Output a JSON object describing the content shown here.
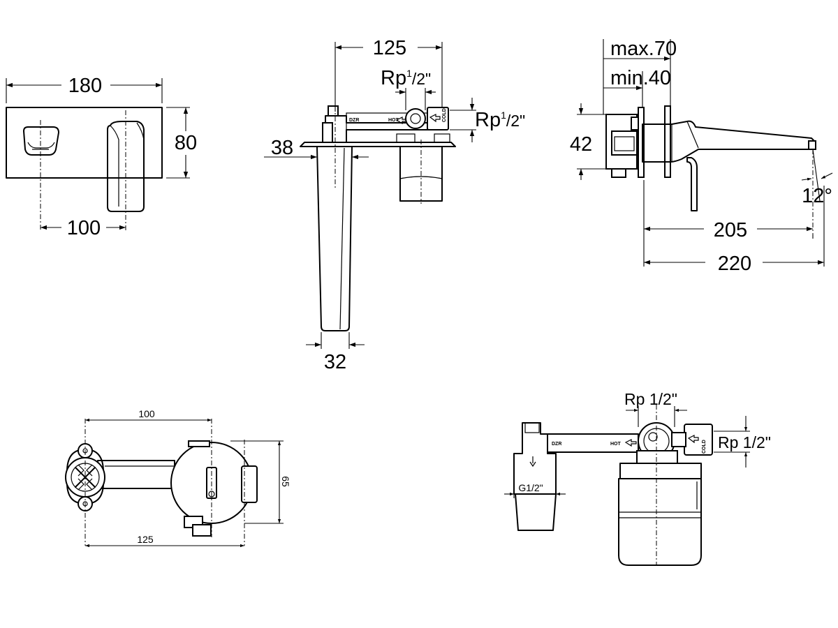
{
  "view_front": {
    "width": "180",
    "height": "80",
    "spacing": "100"
  },
  "view_section": {
    "depth": "125",
    "inlet_thread": "Rp",
    "inlet_frac_num": "1",
    "inlet_frac_den": "/2\"",
    "side_thread": "Rp",
    "side_frac_num": "1",
    "side_frac_den": "/2\"",
    "plate_offset": "38",
    "spout_width": "32",
    "tag_brand": "DZR",
    "tag_hot": "HOT",
    "tag_cold": "COLD"
  },
  "view_side": {
    "max_wall": "max.70",
    "min_wall": "min.40",
    "body_height": "42",
    "spout_angle": "12°",
    "reach": "205",
    "overall": "220"
  },
  "view_plan": {
    "top_dim": "100",
    "bottom_dim": "125",
    "height_dim": "65"
  },
  "view_body": {
    "top_thread": "Rp 1/2\"",
    "side_thread": "Rp 1/2\"",
    "outlet_thread": "G1/2\"",
    "tag_brand": "DZR",
    "tag_hot": "HOT",
    "tag_cold": "COLD"
  }
}
